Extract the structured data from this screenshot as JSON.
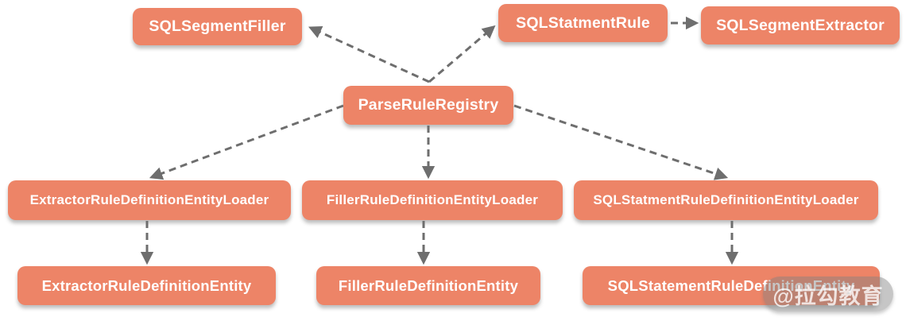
{
  "diagram": {
    "type": "class-dependency-diagram",
    "nodes": [
      {
        "id": "sql-segment-filler",
        "label": "SQLSegmentFiller"
      },
      {
        "id": "sql-statment-rule",
        "label": "SQLStatmentRule"
      },
      {
        "id": "sql-segment-extractor",
        "label": "SQLSegmentExtractor"
      },
      {
        "id": "parse-rule-registry",
        "label": "ParseRuleRegistry"
      },
      {
        "id": "extractor-rule-definition-entity-loader",
        "label": "ExtractorRuleDefinitionEntityLoader"
      },
      {
        "id": "filler-rule-definition-entity-loader",
        "label": "FillerRuleDefinitionEntityLoader"
      },
      {
        "id": "sql-statment-rule-definition-entity-loader",
        "label": "SQLStatmentRuleDefinitionEntityLoader"
      },
      {
        "id": "extractor-rule-definition-entity",
        "label": "ExtractorRuleDefinitionEntity"
      },
      {
        "id": "filler-rule-definition-entity",
        "label": "FillerRuleDefinitionEntity"
      },
      {
        "id": "sql-statement-rule-definition-entity",
        "label": "SQLStatementRuleDefinitionEntity"
      }
    ],
    "edges": [
      {
        "from": "ParseRuleRegistry",
        "to": "SQLSegmentFiller",
        "style": "dashed-arrow"
      },
      {
        "from": "ParseRuleRegistry",
        "to": "SQLStatmentRule",
        "style": "dashed-arrow"
      },
      {
        "from": "SQLStatmentRule",
        "to": "SQLSegmentExtractor",
        "style": "dashed-arrow"
      },
      {
        "from": "ParseRuleRegistry",
        "to": "ExtractorRuleDefinitionEntityLoader",
        "style": "dashed-arrow"
      },
      {
        "from": "ParseRuleRegistry",
        "to": "FillerRuleDefinitionEntityLoader",
        "style": "dashed-arrow"
      },
      {
        "from": "ParseRuleRegistry",
        "to": "SQLStatmentRuleDefinitionEntityLoader",
        "style": "dashed-arrow"
      },
      {
        "from": "ExtractorRuleDefinitionEntityLoader",
        "to": "ExtractorRuleDefinitionEntity",
        "style": "dashed-arrow"
      },
      {
        "from": "FillerRuleDefinitionEntityLoader",
        "to": "FillerRuleDefinitionEntity",
        "style": "dashed-arrow"
      },
      {
        "from": "SQLStatmentRuleDefinitionEntityLoader",
        "to": "SQLStatementRuleDefinitionEntity",
        "style": "dashed-arrow"
      }
    ],
    "colors": {
      "node_fill": "#ED8467",
      "node_text": "#FFFFFF",
      "edge": "#6E6E6E",
      "background": "#FFFFFF",
      "watermark_pill": "#80808073",
      "watermark_text": "#FFFFFFC7"
    },
    "watermark": {
      "text": "@拉勾教育"
    }
  }
}
